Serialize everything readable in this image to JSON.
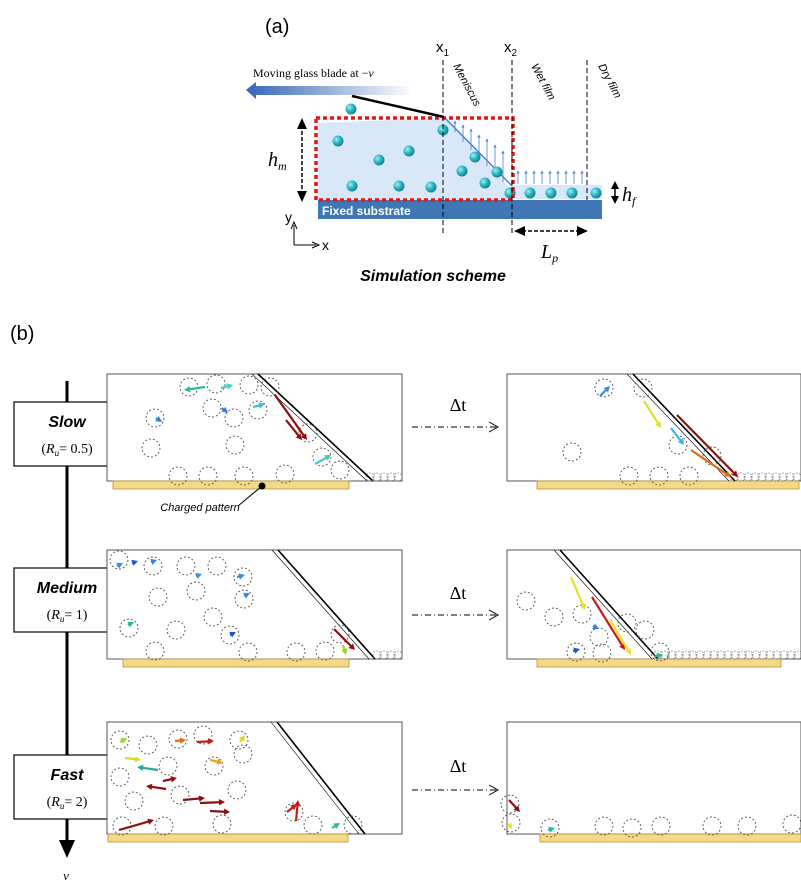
{
  "panel_a": {
    "label": "(a)",
    "x1": "x",
    "x1_sub": "1",
    "x2": "x",
    "x2_sub": "2",
    "blade_text": "Moving glass blade at −",
    "blade_var": "v",
    "region_meniscus": "Meniscus",
    "region_wet": "Wet film",
    "region_dry": "Dry film",
    "hm": "h",
    "hm_sub": "m",
    "hf": "h",
    "hf_sub": "f",
    "lp": "L",
    "lp_sub": "p",
    "substrate": "Fixed substrate",
    "axis_y": "y",
    "axis_x": "x",
    "caption": "Simulation scheme"
  },
  "panel_b": {
    "label": "(b)",
    "delta_t": "Δt",
    "axis_label": "v",
    "charged_pattern": "Charged pattern",
    "speeds": [
      {
        "name": "Slow",
        "r_sym": "R",
        "r_sub": "u",
        "r_val": "= 0.5)"
      },
      {
        "name": "Medium",
        "r_sym": "R",
        "r_sub": "u",
        "r_val": "= 1)"
      },
      {
        "name": "Fast",
        "r_sym": "R",
        "r_sub": "u",
        "r_val": "= 2)"
      }
    ]
  },
  "colors": {
    "particle": "#2bb8c4",
    "blade": "#3f6fbf",
    "substrate": "#3f76b6",
    "liquid": "#d6e6f8",
    "dashed_box": "#e01818",
    "pattern": "#f5d98a"
  }
}
